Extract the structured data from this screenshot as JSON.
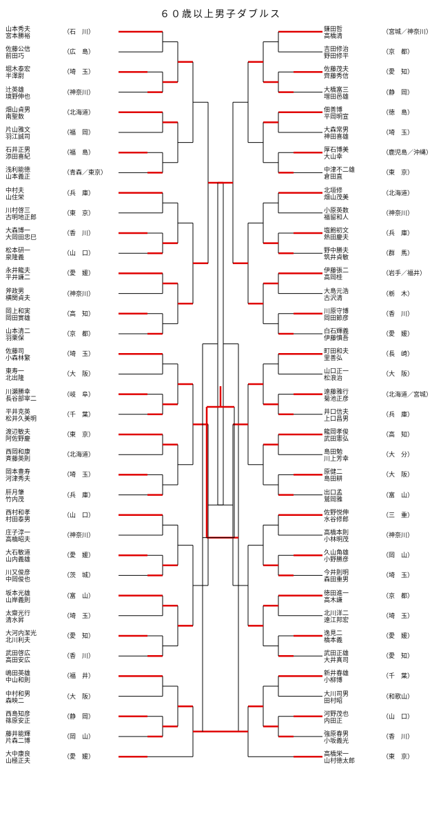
{
  "title": "６０歳以上男子ダブルス",
  "colors": {
    "win": "#e00000",
    "line": "#000000"
  },
  "left": [
    {
      "p1": "山本秀夫",
      "p2": "宮本勝裕",
      "pref": "（石　川）"
    },
    {
      "p1": "佐藤公信",
      "p2": "前田巧",
      "pref": "（広　島）"
    },
    {
      "p1": "堀木泰宏",
      "p2": "半澤尉",
      "pref": "（埼　玉）"
    },
    {
      "p1": "辻英雄",
      "p2": "境野伸也",
      "pref": "（神奈川）"
    },
    {
      "p1": "畑山貞男",
      "p2": "南聖数",
      "pref": "（北海道）"
    },
    {
      "p1": "片山雅文",
      "p2": "羽江誠司",
      "pref": "（福　岡）"
    },
    {
      "p1": "石井正男",
      "p2": "添田喜紀",
      "pref": "（福　島）"
    },
    {
      "p1": "浅利能徳",
      "p2": "山本義正",
      "pref": "（青森／東京）"
    },
    {
      "p1": "中村夫",
      "p2": "山住栄",
      "pref": "（兵　庫）"
    },
    {
      "p1": "川村啓三",
      "p2": "古明地正郎",
      "pref": "（東　京）"
    },
    {
      "p1": "大森博一",
      "p2": "大岡田忠巳",
      "pref": "（香　川）"
    },
    {
      "p1": "松本研一",
      "p2": "泉隆義",
      "pref": "（山　口）"
    },
    {
      "p1": "永井龍夫",
      "p2": "平井謙二",
      "pref": "（愛　媛）"
    },
    {
      "p1": "斧政男",
      "p2": "横関貞夫",
      "pref": "（神奈川）"
    },
    {
      "p1": "岡上和実",
      "p2": "岡田實雄",
      "pref": "（高　知）"
    },
    {
      "p1": "山本清二",
      "p2": "羽栗保",
      "pref": "（京　都）"
    },
    {
      "p1": "佐藤司",
      "p2": "小森林繁",
      "pref": "（埼　玉）"
    },
    {
      "p1": "東寿一",
      "p2": "北出隆",
      "pref": "（大　阪）"
    },
    {
      "p1": "川瀬勝幸",
      "p2": "長谷部宰二",
      "pref": "（岐　阜）"
    },
    {
      "p1": "平井克英",
      "p2": "松井久美明",
      "pref": "（千　葉）"
    },
    {
      "p1": "渡辺敏夫",
      "p2": "阿佐野慶",
      "pref": "（東　京）"
    },
    {
      "p1": "西岡和康",
      "p2": "斉藤英則",
      "pref": "（北海道）"
    },
    {
      "p1": "岡本豊寿",
      "p2": "河津秀夫",
      "pref": "（埼　玉）"
    },
    {
      "p1": "肝月肇",
      "p2": "竹内茂",
      "pref": "（兵　庫）"
    },
    {
      "p1": "西村和孝",
      "p2": "村田泰男",
      "pref": "（山　口）"
    },
    {
      "p1": "庄子淳一",
      "p2": "高橋昭夫",
      "pref": "（神奈川）"
    },
    {
      "p1": "大石敏道",
      "p2": "山内義雄",
      "pref": "（愛　媛）"
    },
    {
      "p1": "川又俊彦",
      "p2": "中岡俊也",
      "pref": "（茨　城）"
    },
    {
      "p1": "坂本光雄",
      "p2": "山岸義則",
      "pref": "（富　山）"
    },
    {
      "p1": "太齋光行",
      "p2": "清水昇",
      "pref": "（埼　玉）"
    },
    {
      "p1": "大河内潔光",
      "p2": "北川利夫",
      "pref": "（愛　知）"
    },
    {
      "p1": "武田啓広",
      "p2": "高田安広",
      "pref": "（香　川）"
    },
    {
      "p1": "嶋田英雄",
      "p2": "中山和則",
      "pref": "（福　井）"
    },
    {
      "p1": "中村和男",
      "p2": "森映二",
      "pref": "（大　阪）"
    },
    {
      "p1": "西島知彦",
      "p2": "篠原安正",
      "pref": "（静　岡）"
    },
    {
      "p1": "藤井能輝",
      "p2": "片森二博",
      "pref": "（岡　山）"
    },
    {
      "p1": "大中康良",
      "p2": "山極正夫",
      "pref": "（愛　媛）"
    }
  ],
  "right": [
    {
      "p1": "鎌田哲",
      "p2": "高橋清",
      "pref": "（宮城／神奈川）"
    },
    {
      "p1": "吉田修治",
      "p2": "野田修平",
      "pref": "（京　都）"
    },
    {
      "p1": "佐藤茂夫",
      "p2": "齊藤秀信",
      "pref": "（愛　知）"
    },
    {
      "p1": "大橋富三",
      "p2": "増田邑雄",
      "pref": "（静　岡）"
    },
    {
      "p1": "佃善博",
      "p2": "平岡明宣",
      "pref": "（徳　島）"
    },
    {
      "p1": "大森常男",
      "p2": "神田喜雄",
      "pref": "（埼　玉）"
    },
    {
      "p1": "厚石博美",
      "p2": "大山幸",
      "pref": "（鹿児島／沖縄）"
    },
    {
      "p1": "中津不二雄",
      "p2": "倉田直",
      "pref": "（東　京）"
    },
    {
      "p1": "北垣修",
      "p2": "畑山茂美",
      "pref": "（北海道）"
    },
    {
      "p1": "小原英数",
      "p2": "福留和人",
      "pref": "（神奈川）"
    },
    {
      "p1": "塩飽初文",
      "p2": "熱田慶夫",
      "pref": "（兵　庫）"
    },
    {
      "p1": "野中勝夫",
      "p2": "筑井貞敏",
      "pref": "（群　馬）"
    },
    {
      "p1": "伊藤張二",
      "p2": "高岡桂",
      "pref": "（岩手／福井）"
    },
    {
      "p1": "大島元浩",
      "p2": "古沢清",
      "pref": "（栃　木）"
    },
    {
      "p1": "川原守博",
      "p2": "岡田節彦",
      "pref": "（香　川）"
    },
    {
      "p1": "白石輝義",
      "p2": "伊藤慎吾",
      "pref": "（愛　媛）"
    },
    {
      "p1": "町田和夫",
      "p2": "里善弘",
      "pref": "（長　崎）"
    },
    {
      "p1": "山口正一",
      "p2": "松浪治",
      "pref": "（大　阪）"
    },
    {
      "p1": "遠藤雅行",
      "p2": "菊池正彦",
      "pref": "（北海道／宮城）"
    },
    {
      "p1": "井口信夫",
      "p2": "上口昌男",
      "pref": "（兵　庫）"
    },
    {
      "p1": "龍岡孝俊",
      "p2": "武田憲弘",
      "pref": "（高　知）"
    },
    {
      "p1": "島田勉",
      "p2": "川上芳幸",
      "pref": "（大　分）"
    },
    {
      "p1": "原健二",
      "p2": "島田耕",
      "pref": "（大　阪）"
    },
    {
      "p1": "出口孟",
      "p2": "鷲岡雅",
      "pref": "（富　山）"
    },
    {
      "p1": "佐野悦伸",
      "p2": "水谷修郎",
      "pref": "（三　重）"
    },
    {
      "p1": "高橋本則",
      "p2": "小林明茂",
      "pref": "（神奈川）"
    },
    {
      "p1": "久山角雄",
      "p2": "小野勝彦",
      "pref": "（岡　山）"
    },
    {
      "p1": "今井則明",
      "p2": "森田重男",
      "pref": "（埼　玉）"
    },
    {
      "p1": "徳田進一",
      "p2": "高木謙",
      "pref": "（京　都）"
    },
    {
      "p1": "北川洋二",
      "p2": "遠江邦宏",
      "pref": "（埼　玉）"
    },
    {
      "p1": "逸見二",
      "p2": "橋本義",
      "pref": "（愛　媛）"
    },
    {
      "p1": "武田正雄",
      "p2": "大井真司",
      "pref": "（愛　知）"
    },
    {
      "p1": "新井春雄",
      "p2": "小柳博",
      "pref": "（千　葉）"
    },
    {
      "p1": "大川司男",
      "p2": "田村昭",
      "pref": "（和歌山）"
    },
    {
      "p1": "河野茂也",
      "p2": "内田正",
      "pref": "（山　口）"
    },
    {
      "p1": "強原春男",
      "p2": "小坂義光",
      "pref": "（香　川）"
    },
    {
      "p1": "高橋栄一",
      "p2": "山村徳太郎",
      "pref": "（東　京）"
    }
  ]
}
